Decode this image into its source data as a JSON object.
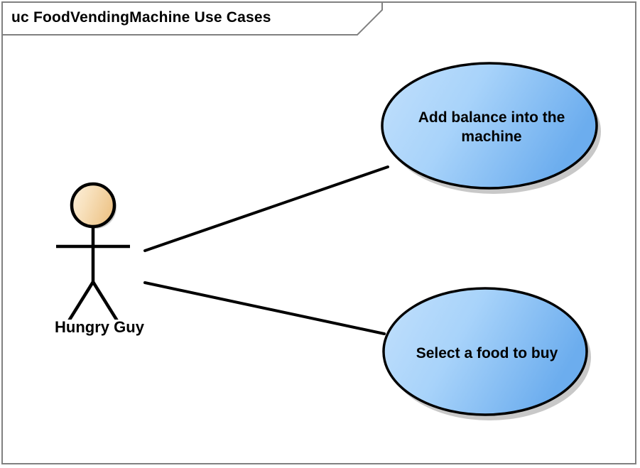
{
  "diagram": {
    "kind": "uml-use-case-diagram",
    "title": "uc FoodVendingMachine Use Cases",
    "frame_border_color": "#808080",
    "background": "#ffffff"
  },
  "actors": [
    {
      "id": "hungry-guy",
      "label": "Hungry Guy",
      "head_gradient_from": "#fbeacd",
      "head_gradient_to": "#efc891",
      "stroke": "#000000"
    }
  ],
  "use_cases": [
    {
      "id": "add-balance",
      "label": "Add balance into the machine",
      "line1": "Add balance into the",
      "line2": "machine",
      "fill_from": "#bcdcfb",
      "fill_to": "#6fb0ee",
      "stroke": "#000000"
    },
    {
      "id": "select-food",
      "label": "Select a food to buy",
      "fill_from": "#bcdcfb",
      "fill_to": "#6fb0ee",
      "stroke": "#000000"
    }
  ],
  "associations": [
    {
      "id": "assoc-add-balance",
      "from": "hungry-guy",
      "to": "add-balance"
    },
    {
      "id": "assoc-select-food",
      "from": "hungry-guy",
      "to": "select-food"
    }
  ]
}
